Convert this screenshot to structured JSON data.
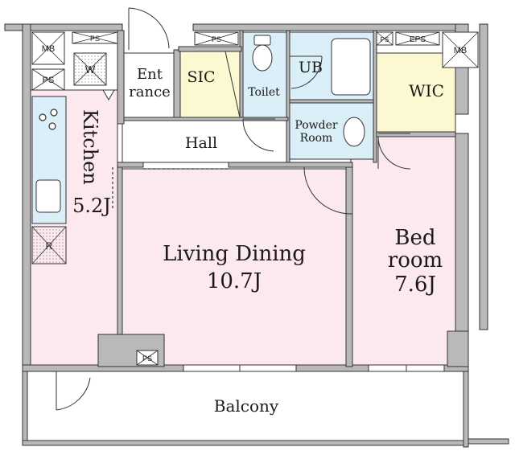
{
  "colors": {
    "wall": "#b9b9b9",
    "wall_stroke": "#333333",
    "pink": "#fce8ef",
    "blue": "#dbeff9",
    "yellow": "#fbf8d2",
    "white": "#ffffff",
    "line": "#333333"
  },
  "rooms": {
    "living": {
      "name": "Living Dining",
      "size": "10.7J"
    },
    "bedroom": {
      "name_line1": "Bed",
      "name_line2": "room",
      "size": "7.6J"
    },
    "kitchen": {
      "name": "Kitchen",
      "size": "5.2J"
    },
    "hall": "Hall",
    "entrance": {
      "line1": "Ent",
      "line2": "rance"
    },
    "sic": "SIC",
    "toilet": "Toilet",
    "ub": "UB",
    "powder": {
      "line1": "Powder",
      "line2": "Room"
    },
    "wic": "WIC",
    "balcony": "Balcony"
  },
  "fixtures": {
    "mb": "MB",
    "ps": "PS",
    "eps": "EPS",
    "washer": "W",
    "fridge": "R"
  }
}
